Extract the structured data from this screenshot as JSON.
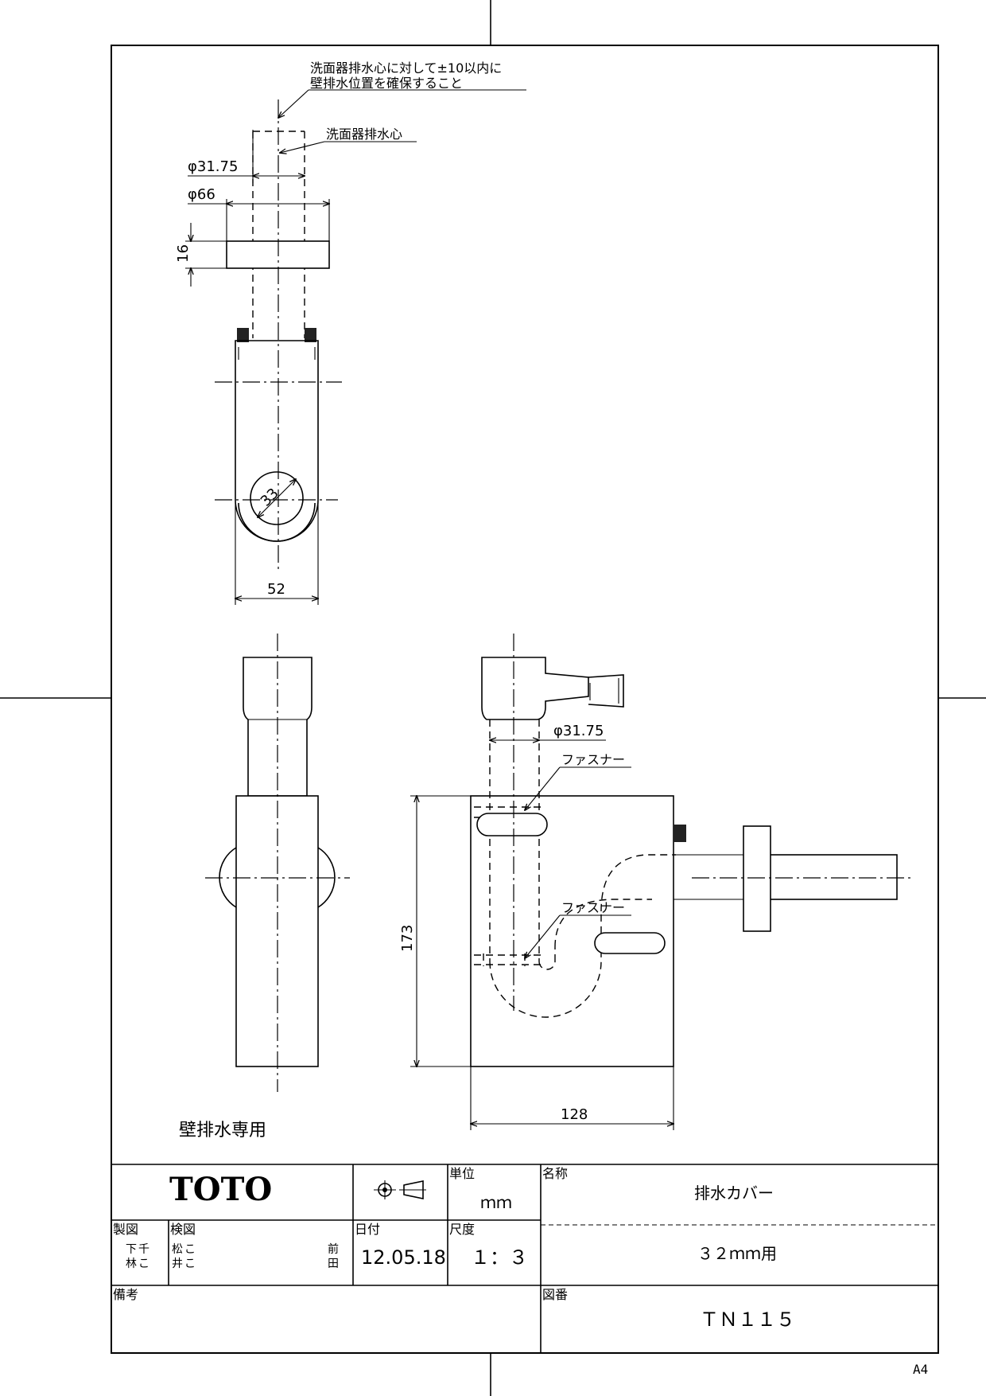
{
  "notes": {
    "tolerance_line1": "洗面器排水心に対して±10以内に",
    "tolerance_line2": "壁排水位置を確保すること",
    "drain_center": "洗面器排水心",
    "fastener_top": "ファスナー",
    "fastener_bottom": "ファスナー",
    "wall_drain_only": "壁排水専用"
  },
  "dimensions": {
    "phi_pipe_top": "φ31.75",
    "phi_flange": "φ66",
    "flange_thickness": "16",
    "hole": "33",
    "width_top": "52",
    "phi_pipe_side": "φ31.75",
    "height": "173",
    "width_side": "128"
  },
  "title_block": {
    "logo": "TOTO",
    "projection_icon": "third-angle-projection-icon",
    "unit_label": "単位",
    "unit_value": "ｍｍ",
    "name_label": "名称",
    "name_value": "排水カバー",
    "name_sub": "３２ｍｍ用",
    "drawn_label": "製図",
    "drawn_by_1": "下",
    "drawn_by_2": "林",
    "drawn_by_3": "千",
    "drawn_by_4": "こ",
    "checked_label": "検図",
    "checked_by_1": "松",
    "checked_by_2": "井",
    "checked_by_3": "こ",
    "checked_by_4": "こ",
    "approved_1": "前",
    "approved_2": "田",
    "date_label": "日付",
    "date_value": "12.05.18",
    "scale_label": "尺度",
    "scale_value": "１：３",
    "remarks_label": "備考",
    "drawing_no_label": "図番",
    "drawing_no_value": "ＴＮ１１５",
    "paper_size": "A4"
  }
}
